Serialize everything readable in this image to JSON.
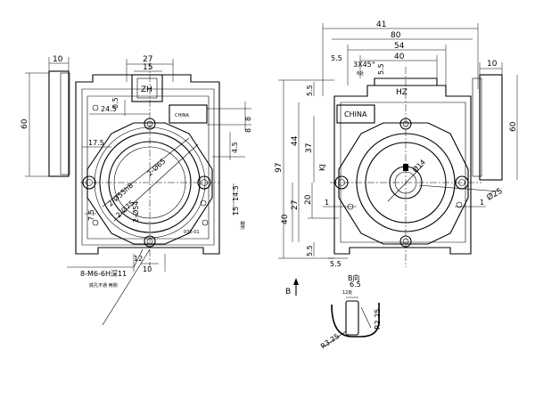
{
  "front_view": {
    "flange_width": "10",
    "height": "60",
    "top_width": "27",
    "top_inner": "15",
    "model_code": "ZH",
    "brand": "CHINA",
    "dim_24_5": "24.5",
    "dim_0_5": "0.5",
    "dim_8a": "8",
    "dim_8b": "8",
    "dim_4_5": "4.5",
    "dim_17_5": "17.5",
    "dim_7_5": "7.5",
    "hole_pattern": "2-Ø55h8",
    "bolt_circle_1": "2-Ø65",
    "bolt_circle_2": "2-Ø75",
    "bolt_circle_3": "2-Ø54",
    "dim_14_5": "14.5",
    "dim_15": "15",
    "side_note": "油塞",
    "plate_code": "030-01",
    "dim_12": "12",
    "dim_10": "10",
    "thread_spec": "8-M6-6H深11",
    "thread_note": "底孔不通  两侧"
  },
  "side_view": {
    "width_41": "41",
    "width_80": "80",
    "width_54": "54",
    "width_40": "40",
    "dim_5_5a": "5.5",
    "chamfer": "3X45°",
    "chamfer_note": "8处",
    "dim_5_5b": "5.5",
    "dim_5_5c": "5.5",
    "model_code": "HZ",
    "brand": "CHINA",
    "flange_width": "10",
    "height_60": "60",
    "height_97": "97",
    "height_44": "44",
    "height_37": "37",
    "height_27": "27",
    "height_40": "40",
    "height_20": "20",
    "dim_1a": "1",
    "dim_1b": "1",
    "shaft_dia": "Ø14",
    "flange_dia": "Ø25",
    "keyway": "KJ",
    "dim_5_5d": "5.5",
    "dim_5_5e": "5.5",
    "view_label_b": "B",
    "view_label_bb": "B向",
    "detail_dim_6_5": "6.5",
    "detail_note": "12处",
    "radius_3_25": "R3.25",
    "radius_2_25": "R2.25"
  }
}
